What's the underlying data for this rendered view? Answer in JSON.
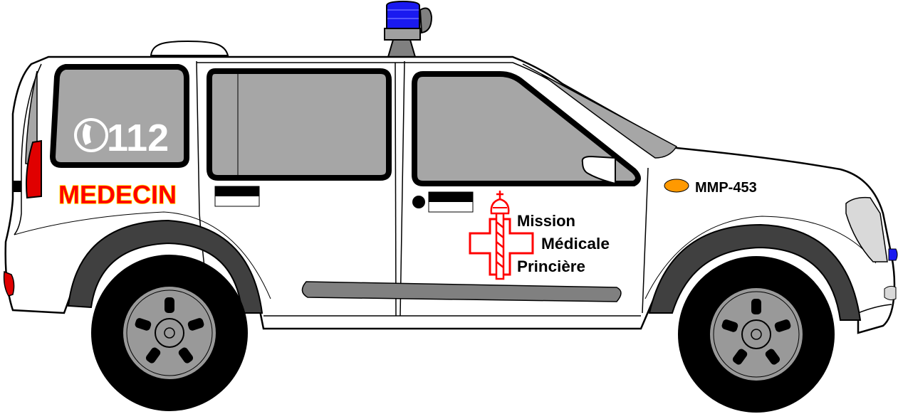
{
  "vehicle": {
    "emergency_number": "112",
    "side_label": "MEDECIN",
    "registration": "MMP-453",
    "org_line_1": "Mission",
    "org_line_2": "Médicale",
    "org_line_3": "Princière",
    "phone_icon": "phone-handset-icon",
    "emblem_icon": "red-cross-staff-crown-icon"
  },
  "colors": {
    "body": "#ffffff",
    "outline": "#000000",
    "glass": "#a6a6a6",
    "trim": "#808080",
    "tyre": "#000000",
    "arch": "#404040",
    "rim": "#999999",
    "beacon": "#1a1af0",
    "tail_light": "#e00000",
    "indicator": "#ff9900",
    "label_red": "#ff0000",
    "label_yellow": "#ffff00",
    "emblem_red": "#ff0000"
  }
}
